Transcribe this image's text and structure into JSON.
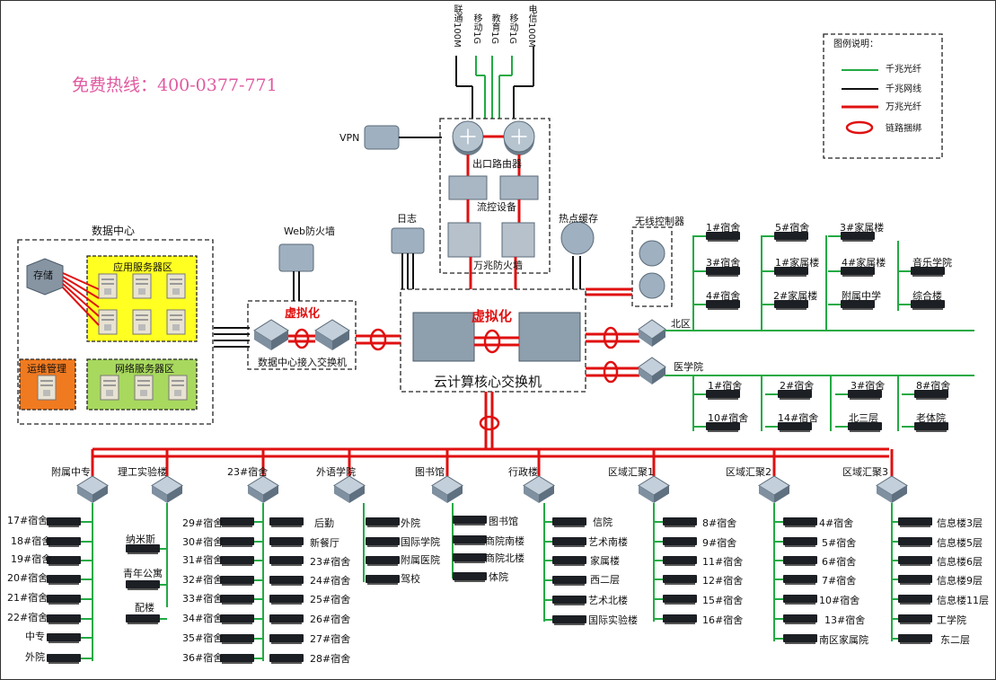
{
  "hotline": "免费热线：400-0377-771",
  "uplinks": [
    "联通100M",
    "移动1G",
    "教育1G",
    "移动1G",
    "电信100M"
  ],
  "legend": {
    "title": "图例说明：",
    "items": [
      {
        "label": "千兆光纤",
        "color": "#22aa44"
      },
      {
        "label": "千兆网线",
        "color": "#111111"
      },
      {
        "label": "万兆光纤",
        "color": "#e01010"
      },
      {
        "label": "链路捆绑",
        "color": "#e01010"
      }
    ]
  },
  "nodes": {
    "vpn": "VPN",
    "exit_router": "出口路由器",
    "flow_control": "流控设备",
    "firewall": "万兆防火墙",
    "log": "日志",
    "hotspot_cache": "热点缓存",
    "wireless_controller": "无线控制器",
    "web_firewall": "Web防火墙",
    "data_center": "数据中心",
    "storage": "存储",
    "app_server_zone": "应用服务器区",
    "ops": "运维管理",
    "net_server_zone": "网络服务器区",
    "dc_access_switch": "数据中心接入交换机",
    "virtualization": "虚拟化",
    "core_switch": "云计算核心交换机",
    "north": "北区",
    "medical": "医学院"
  },
  "north_labels": [
    "1#宿舍",
    "5#宿舍",
    "3#家属楼",
    "3#宿舍",
    "1#家属楼",
    "4#家属楼",
    "音乐学院",
    "4#宿舍",
    "2#家属楼",
    "附属中学",
    "综合楼"
  ],
  "medical_labels": [
    "1#宿舍",
    "2#宿舍",
    "3#宿舍",
    "8#宿舍",
    "10#宿舍",
    "14#宿舍",
    "北三层",
    "老体院"
  ],
  "branches": [
    {
      "name": "附属中专",
      "items": [
        "17#宿舍",
        "18#宿舍",
        "19#宿舍",
        "20#宿舍",
        "21#宿舍",
        "22#宿舍",
        "中专",
        "外院"
      ]
    },
    {
      "name": "理工实验楼",
      "items": [
        "纳米斯",
        "青年公寓",
        "配楼"
      ]
    },
    {
      "name": "23#宿舍",
      "left": [
        "29#宿舍",
        "30#宿舍",
        "31#宿舍",
        "32#宿舍",
        "33#宿舍",
        "34#宿舍",
        "35#宿舍",
        "36#宿舍"
      ],
      "right": [
        "后勤",
        "新餐厅",
        "23#宿舍",
        "24#宿舍",
        "25#宿舍",
        "26#宿舍",
        "27#宿舍",
        "28#宿舍"
      ]
    },
    {
      "name": "外语学院",
      "items": [
        "外院",
        "国际学院",
        "附属医院",
        "驾校"
      ]
    },
    {
      "name": "图书馆",
      "items": [
        "图书馆",
        "商院南楼",
        "商院北楼",
        "体院"
      ]
    },
    {
      "name": "行政楼",
      "items": [
        "信院",
        "艺术南楼",
        "家属楼",
        "西二层",
        "艺术北楼",
        "国际实验楼"
      ]
    },
    {
      "name": "区域汇聚1",
      "items": [
        "8#宿舍",
        "9#宿舍",
        "11#宿舍",
        "12#宿舍",
        "15#宿舍",
        "16#宿舍"
      ]
    },
    {
      "name": "区域汇聚2",
      "items": [
        "4#宿舍",
        "5#宿舍",
        "6#宿舍",
        "7#宿舍",
        "10#宿舍",
        "13#宿舍",
        "南区家属院"
      ]
    },
    {
      "name": "区域汇聚3",
      "items": [
        "信息楼3层",
        "信息楼5层",
        "信息楼6层",
        "信息楼9层",
        "信息楼11层",
        "工学院",
        "东二层"
      ]
    }
  ]
}
